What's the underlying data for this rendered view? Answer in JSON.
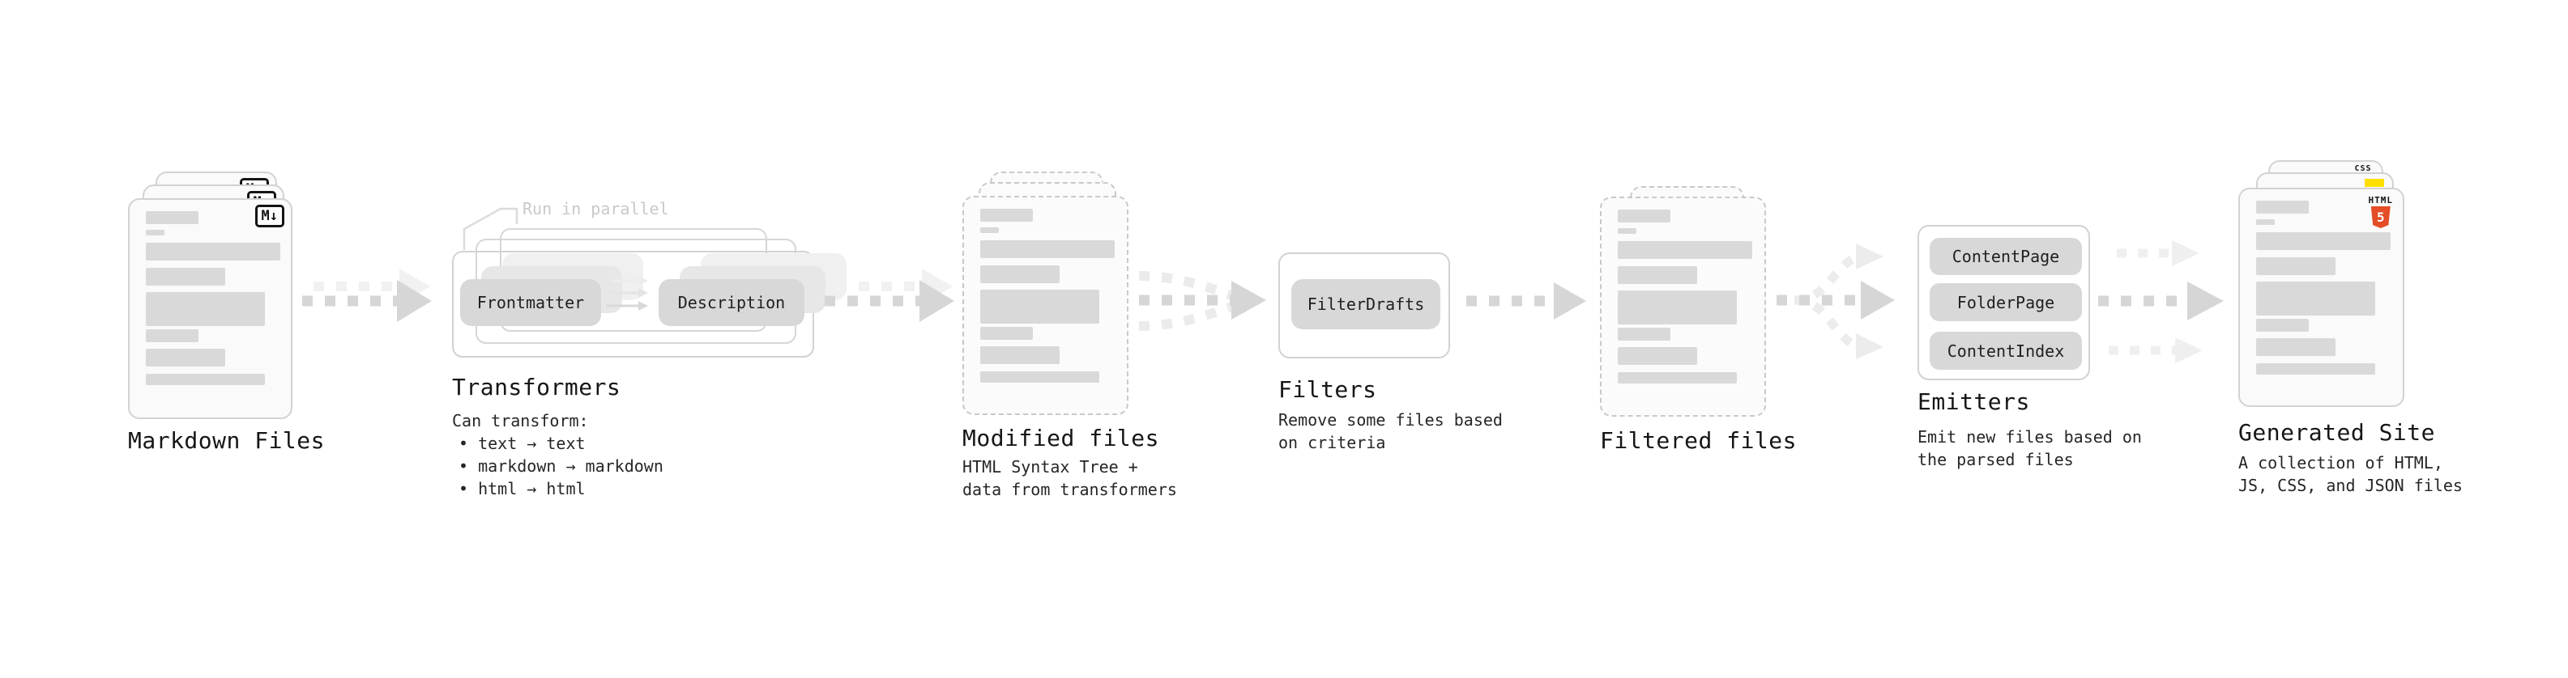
{
  "diagram": {
    "markdown": {
      "label": "Markdown Files",
      "badge": "M↓"
    },
    "transformers": {
      "label": "Transformers",
      "note": "Run in parallel",
      "pill_left": "Frontmatter",
      "pill_right": "Description",
      "desc_title": "Can transform:",
      "bullets": [
        "• text → text",
        "• markdown → markdown",
        "• html → html"
      ]
    },
    "modified": {
      "label": "Modified files",
      "subtitle": "HTML Syntax Tree +\ndata from transformers"
    },
    "filters": {
      "label": "Filters",
      "pill": "FilterDrafts",
      "subtitle": "Remove some files based\non criteria"
    },
    "filtered": {
      "label": "Filtered files"
    },
    "emitters": {
      "label": "Emitters",
      "pills": [
        "ContentPage",
        "FolderPage",
        "ContentIndex"
      ],
      "subtitle": "Emit new files based on\nthe parsed files"
    },
    "generated": {
      "label": "Generated Site",
      "subtitle": "A collection of HTML,\nJS, CSS, and JSON files",
      "css_badge": "CSS",
      "html_badge": "HTML",
      "html_number": "5"
    },
    "colors": {
      "html5_orange": "#e44d26",
      "js_yellow": "#ffdf00",
      "css_blue": "#2965f1",
      "bar_gray": "#d9d9d9",
      "arrow_gray": "#d6d6d6",
      "ghost_arrow_gray": "#efefef"
    }
  }
}
